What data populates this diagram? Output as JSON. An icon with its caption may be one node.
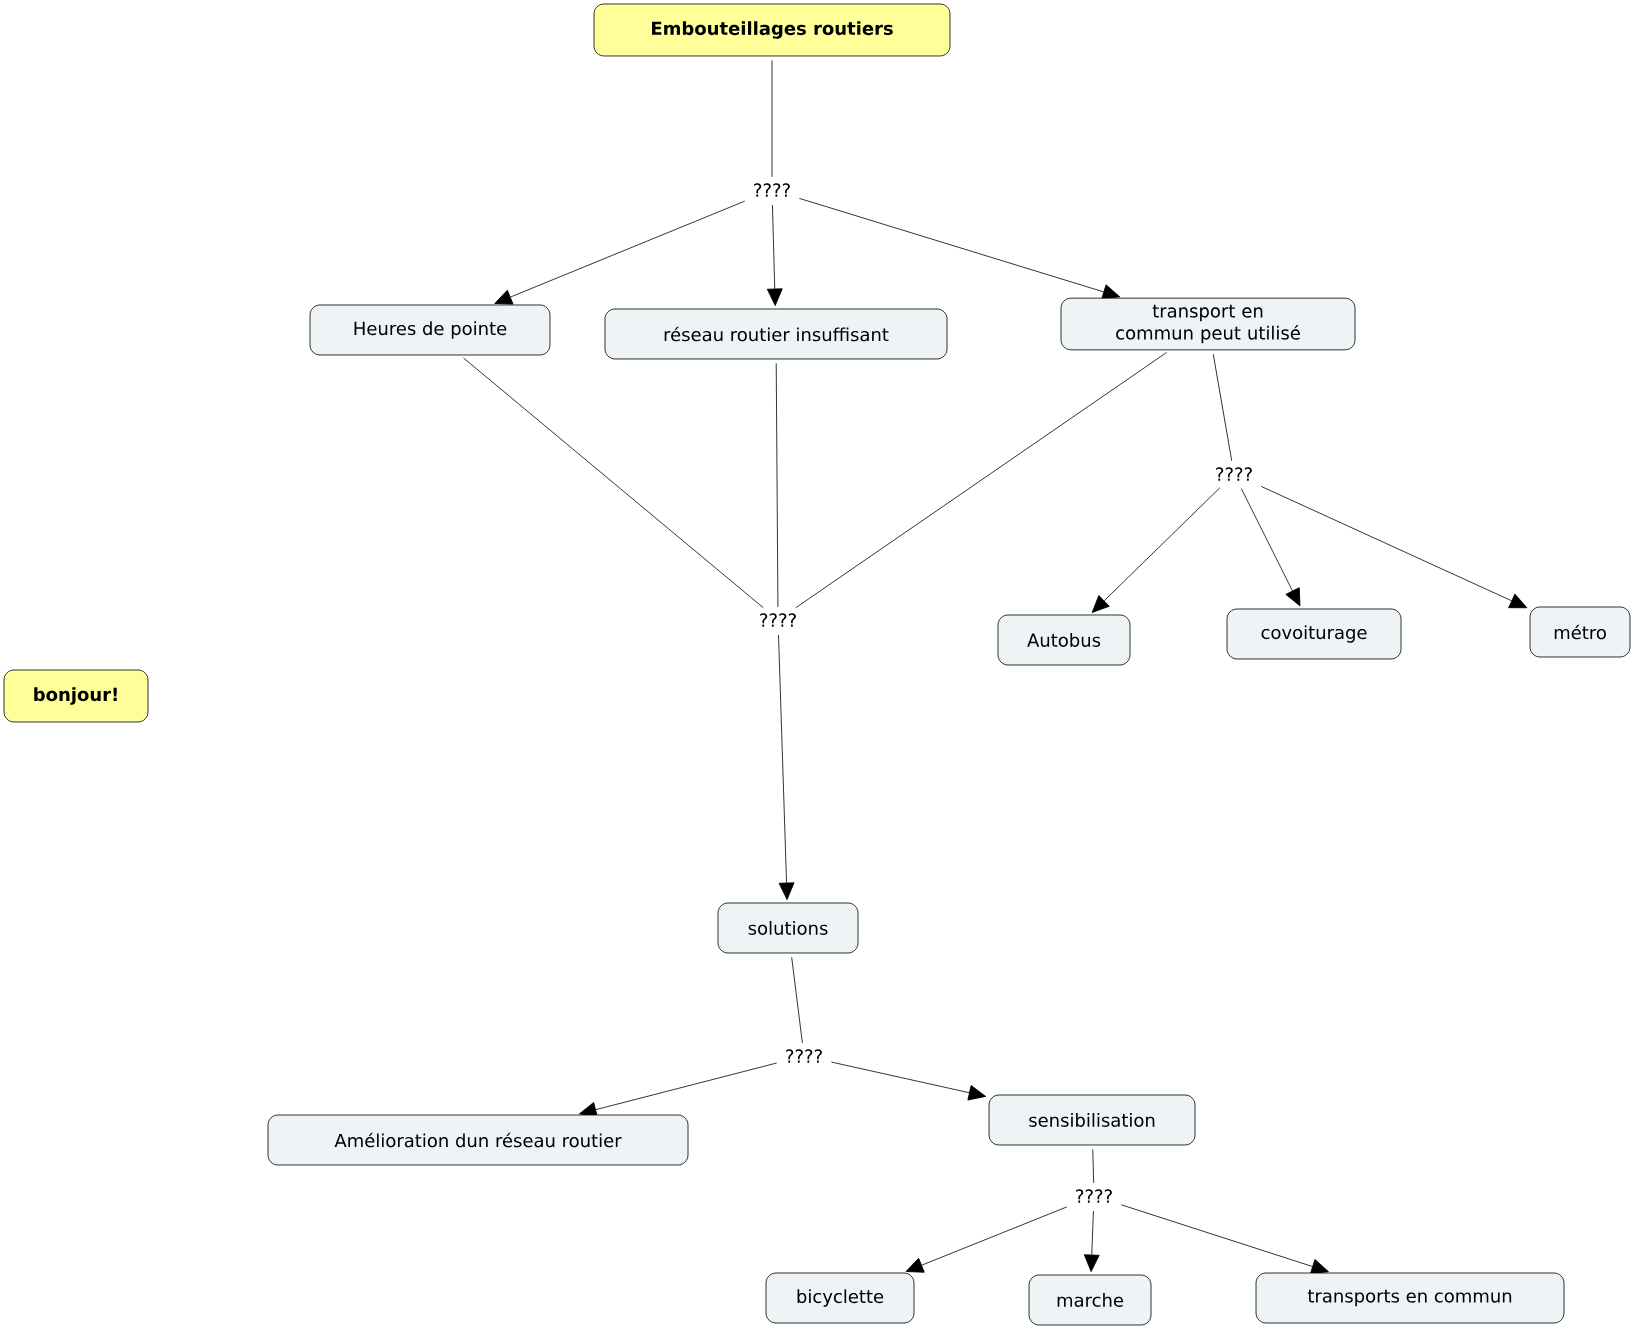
{
  "diagram": {
    "nodes": [
      {
        "text": [
          "Embouteillages routiers"
        ]
      },
      {
        "text": [
          "????"
        ]
      },
      {
        "text": [
          "Heures de pointe"
        ]
      },
      {
        "text": [
          "réseau routier insuffisant"
        ]
      },
      {
        "text": [
          "transport en commun peut utilisé"
        ]
      },
      {
        "text": [
          "????"
        ]
      },
      {
        "text": [
          "????"
        ]
      },
      {
        "text": [
          "Autobus"
        ]
      },
      {
        "text": [
          "covoiturage"
        ]
      },
      {
        "text": [
          "métro"
        ]
      },
      {
        "text": [
          "bonjour!"
        ]
      },
      {
        "text": [
          "solutions"
        ]
      },
      {
        "text": [
          "????"
        ]
      },
      {
        "text": [
          "Amélioration dun réseau routier"
        ]
      },
      {
        "text": [
          "sensibilisation"
        ]
      },
      {
        "text": [
          "????"
        ]
      },
      {
        "text": [
          "bicyclette"
        ]
      },
      {
        "text": [
          "marche"
        ]
      },
      {
        "text": [
          "transports en commun"
        ]
      }
    ],
    "edges": [
      {
        "from": 0,
        "to": 1,
        "arrow": "none"
      },
      {
        "from": 1,
        "to": 2,
        "arrow": "to"
      },
      {
        "from": 1,
        "to": 3,
        "arrow": "to"
      },
      {
        "from": 1,
        "to": 4,
        "arrow": "to"
      },
      {
        "from": 2,
        "to": 6,
        "arrow": "none"
      },
      {
        "from": 3,
        "to": 6,
        "arrow": "none"
      },
      {
        "from": 4,
        "to": 6,
        "arrow": "none"
      },
      {
        "from": 4,
        "to": 5,
        "arrow": "none"
      },
      {
        "from": 5,
        "to": 7,
        "arrow": "to"
      },
      {
        "from": 5,
        "to": 8,
        "arrow": "to"
      },
      {
        "from": 5,
        "to": 9,
        "arrow": "to"
      },
      {
        "from": 6,
        "to": 11,
        "arrow": "to"
      },
      {
        "from": 11,
        "to": 12,
        "arrow": "none"
      },
      {
        "from": 12,
        "to": 13,
        "arrow": "to"
      },
      {
        "from": 12,
        "to": 14,
        "arrow": "to"
      },
      {
        "from": 14,
        "to": 15,
        "arrow": "none"
      },
      {
        "from": 15,
        "to": 16,
        "arrow": "to"
      },
      {
        "from": 15,
        "to": 17,
        "arrow": "to"
      },
      {
        "from": 15,
        "to": 18,
        "arrow": "to"
      }
    ]
  }
}
